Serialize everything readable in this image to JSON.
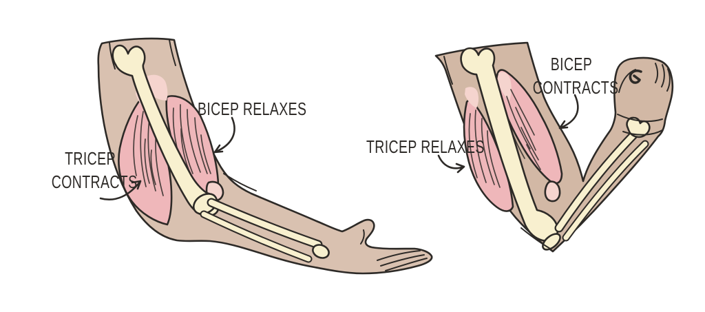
{
  "colors": {
    "skin_left": "#d9c1b0",
    "skin_right": "#d2b8a5",
    "muscle": "#efb7ba",
    "muscle_light": "#f5d4ce",
    "bone": "#f8f0cf",
    "outline": "#2d2a27",
    "background": "#ffffff"
  },
  "left_figure": {
    "tricep_label_line1": "TRICEP",
    "tricep_label_line2": "CONTRACTS",
    "bicep_label": "BICEP RELAXES"
  },
  "right_figure": {
    "tricep_label": "TRICEP RELAXES",
    "bicep_label_line1": "BICEP",
    "bicep_label_line2": "CONTRACTS"
  }
}
